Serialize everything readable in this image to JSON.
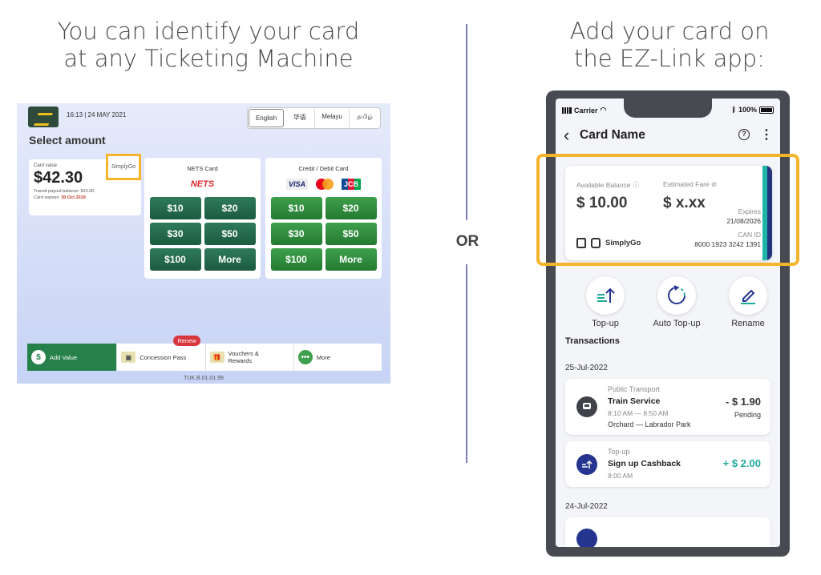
{
  "headings": {
    "left_line1": "You can identify your card",
    "left_line2": "at any Ticketing Machine",
    "right_line1": "Add your card on",
    "right_line2": "the EZ-Link app:",
    "or": "OR"
  },
  "kiosk": {
    "time": "16:13 | 24 MAY 2021",
    "languages": [
      "English",
      "华语",
      "Melayu",
      "தமிழ்"
    ],
    "title": "Select amount",
    "card_value": {
      "label": "Card value",
      "amount": "$42.30",
      "payout": "Transit payout balance: $10.00",
      "expires_label": "Card expires:",
      "expires_value": "30 Oct 2019",
      "simplygo": "SimplyGo"
    },
    "nets": {
      "title": "NETS Card",
      "logo": "NETS",
      "buttons": [
        "$10",
        "$20",
        "$30",
        "$50",
        "$100",
        "More"
      ]
    },
    "credit": {
      "title": "Credit / Debit Card",
      "visa": "VISA",
      "jcb": "JCB",
      "buttons": [
        "$10",
        "$20",
        "$30",
        "$50",
        "$100",
        "More"
      ]
    },
    "bottom": {
      "add_value": "Add Value",
      "concession": "Concession Pass",
      "renew": "Renew",
      "vouchers_line1": "Vouchers &",
      "vouchers_line2": "Rewards",
      "more": "More"
    },
    "footer": "TUK.B.01.01.99"
  },
  "phone": {
    "carrier": "Carrier",
    "battery": "100%",
    "title": "Card Name",
    "help": "?",
    "balance_label": "Available Balance",
    "balance_value": "$ 10.00",
    "fare_label": "Estimated Fare",
    "fare_value": "$ x.xx",
    "expires_label": "Expires",
    "expires_value": "21/08/2026",
    "can_label": "CAN ID",
    "can_value": "8000 1923 3242 1391",
    "simplygo": "SimplyGo",
    "actions": [
      "Top-up",
      "Auto Top-up",
      "Rename"
    ],
    "transactions_header": "Transactions",
    "date1": "25-Jul-2022",
    "date2": "24-Jul-2022",
    "tx1": {
      "category": "Public Transport",
      "name": "Train Service",
      "time": "8:10 AM — 8:50 AM",
      "route": "Orchard — Labrador Park",
      "amount": "- $ 1.90",
      "status": "Pending"
    },
    "tx2": {
      "category": "Top-up",
      "name": "Sign up Cashback",
      "time": "8:00 AM",
      "amount": "+ $ 2.00"
    }
  },
  "colors": {
    "highlight": "#f4b52c",
    "teal": "#20a99a",
    "navy": "#24348f",
    "kiosk_green": "#27814a"
  }
}
